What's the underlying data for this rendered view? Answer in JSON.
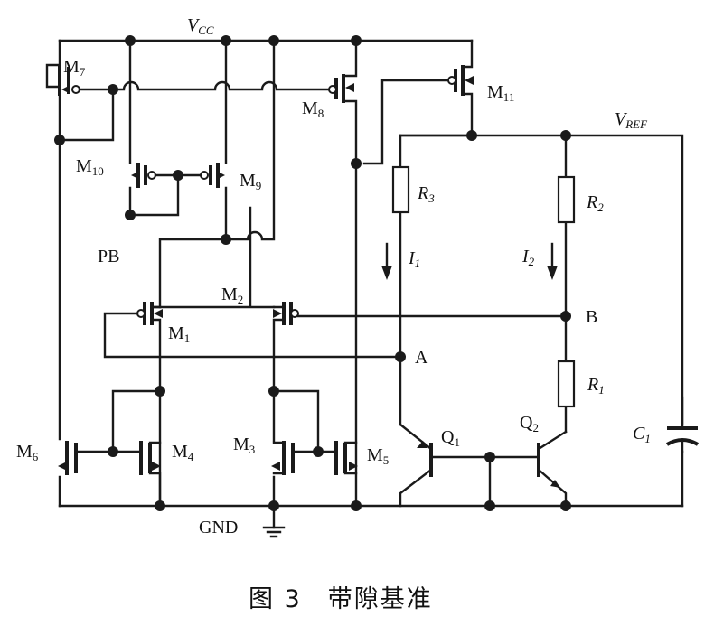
{
  "labels": {
    "vcc": "V",
    "vcc_sub": "CC",
    "vref": "V",
    "vref_sub": "REF",
    "gnd": "GND",
    "pb": "PB",
    "m1": "M",
    "m1_sub": "1",
    "m2": "M",
    "m2_sub": "2",
    "m3": "M",
    "m3_sub": "3",
    "m4": "M",
    "m4_sub": "4",
    "m5": "M",
    "m5_sub": "5",
    "m6": "M",
    "m6_sub": "6",
    "m7": "M",
    "m7_sub": "7",
    "m8": "M",
    "m8_sub": "8",
    "m9": "M",
    "m9_sub": "9",
    "m10": "M",
    "m10_sub": "10",
    "m11": "M",
    "m11_sub": "11",
    "r1": "R",
    "r1_sub": "1",
    "r2": "R",
    "r2_sub": "2",
    "r3": "R",
    "r3_sub": "3",
    "i1": "I",
    "i1_sub": "1",
    "i2": "I",
    "i2_sub": "2",
    "node_a": "A",
    "node_b": "B",
    "q1": "Q",
    "q1_sub": "1",
    "q2": "Q",
    "q2_sub": "2",
    "c1": "C",
    "c1_sub": "1"
  },
  "caption": "图 3　带隙基准"
}
